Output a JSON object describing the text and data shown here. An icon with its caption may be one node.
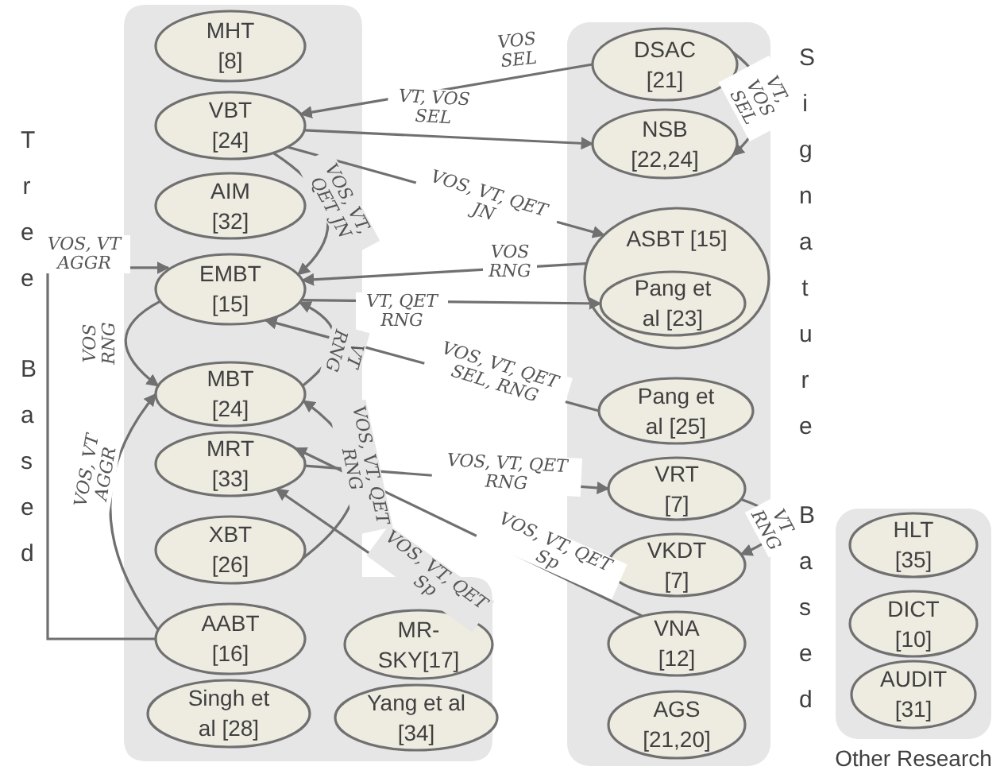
{
  "diagram": {
    "nodes": [
      {
        "text": [
          "Tree",
          "Based"
        ]
      },
      {
        "text": [
          "MHT [8]"
        ],
        "in": 0
      },
      {
        "text": [
          "VBT [24]"
        ],
        "in": 0
      },
      {
        "text": [
          "AIM [32]"
        ],
        "in": 0
      },
      {
        "text": [
          "EMBT [15]"
        ],
        "in": 0
      },
      {
        "text": [
          "MBT [24]"
        ],
        "in": 0
      },
      {
        "text": [
          "MRT [33]"
        ],
        "in": 0
      },
      {
        "text": [
          "XBT [26]"
        ],
        "in": 0
      },
      {
        "text": [
          "AABT [16]"
        ],
        "in": 0
      },
      {
        "text": [
          "Singh et al [28]"
        ],
        "in": 0
      },
      {
        "text": [
          "MR- SKY[17]"
        ],
        "in": 0
      },
      {
        "text": [
          "Yang et al [34]"
        ],
        "in": 0
      },
      {
        "text": [
          "Signature",
          "Based"
        ]
      },
      {
        "text": [
          "DSAC [21]"
        ],
        "in": 12
      },
      {
        "text": [
          "NSB [22,24]"
        ],
        "in": 12
      },
      {
        "text": [
          "ASBT [15]"
        ],
        "in": 12
      },
      {
        "text": [
          "Pang et al [23]"
        ],
        "in": 15
      },
      {
        "text": [
          "Pang et al [25]"
        ],
        "in": 12
      },
      {
        "text": [
          "VRT [7]"
        ],
        "in": 12
      },
      {
        "text": [
          "VKDT [7]"
        ],
        "in": 12
      },
      {
        "text": [
          "VNA [12]"
        ],
        "in": 12
      },
      {
        "text": [
          "AGS [21,20]"
        ],
        "in": 12
      },
      {
        "text": [
          "Other Research"
        ]
      },
      {
        "text": [
          "HLT [35]"
        ],
        "in": 22
      },
      {
        "text": [
          "DICT [10]"
        ],
        "in": 22
      },
      {
        "text": [
          "AUDIT [31]"
        ],
        "in": 22
      }
    ],
    "edges": [
      {
        "from": 13,
        "to": 2,
        "arrow": "to",
        "label": "VOS SEL"
      },
      {
        "from": 2,
        "to": 14,
        "arrow": "to",
        "label": "VT, VOS SEL"
      },
      {
        "from": 2,
        "to": 15,
        "arrow": "to",
        "label": "VOS, VT, QET JN"
      },
      {
        "from": 13,
        "to": 14,
        "arrow": "to",
        "label": "VT, VOS SEL"
      },
      {
        "from": 2,
        "to": 4,
        "arrow": "to",
        "label": "VOS, VT, QET JN"
      },
      {
        "from": 15,
        "to": 4,
        "arrow": "to",
        "label": "VOS RNG"
      },
      {
        "from": 4,
        "to": 16,
        "arrow": "to",
        "label": "VT, QET RNG"
      },
      {
        "from": 17,
        "to": 4,
        "arrow": "to",
        "label": "VOS, VT, QET SEL, RNG"
      },
      {
        "from": 8,
        "to": 4,
        "arrow": "to",
        "label": "VOS, VT AGGR"
      },
      {
        "from": 4,
        "to": 5,
        "arrow": "to",
        "label": "VOS RNG"
      },
      {
        "from": 5,
        "to": 4,
        "arrow": "to",
        "label": "VT RNG"
      },
      {
        "from": 8,
        "to": 5,
        "arrow": "to",
        "label": "VOS, VT AGGR"
      },
      {
        "from": 7,
        "to": 5,
        "arrow": "to",
        "label": "VOS, VT, QET RNG"
      },
      {
        "from": 6,
        "to": 18,
        "arrow": "to",
        "label": "VOS, VT, QET RNG"
      },
      {
        "from": 20,
        "to": 6,
        "arrow": "to",
        "label": "VOS, VT, QET Sp"
      },
      {
        "from": 10,
        "to": 6,
        "arrow": "to",
        "label": "VOS, VT, QET Sp"
      },
      {
        "from": 18,
        "to": 19,
        "arrow": "to",
        "label": "VT RNG"
      }
    ]
  }
}
